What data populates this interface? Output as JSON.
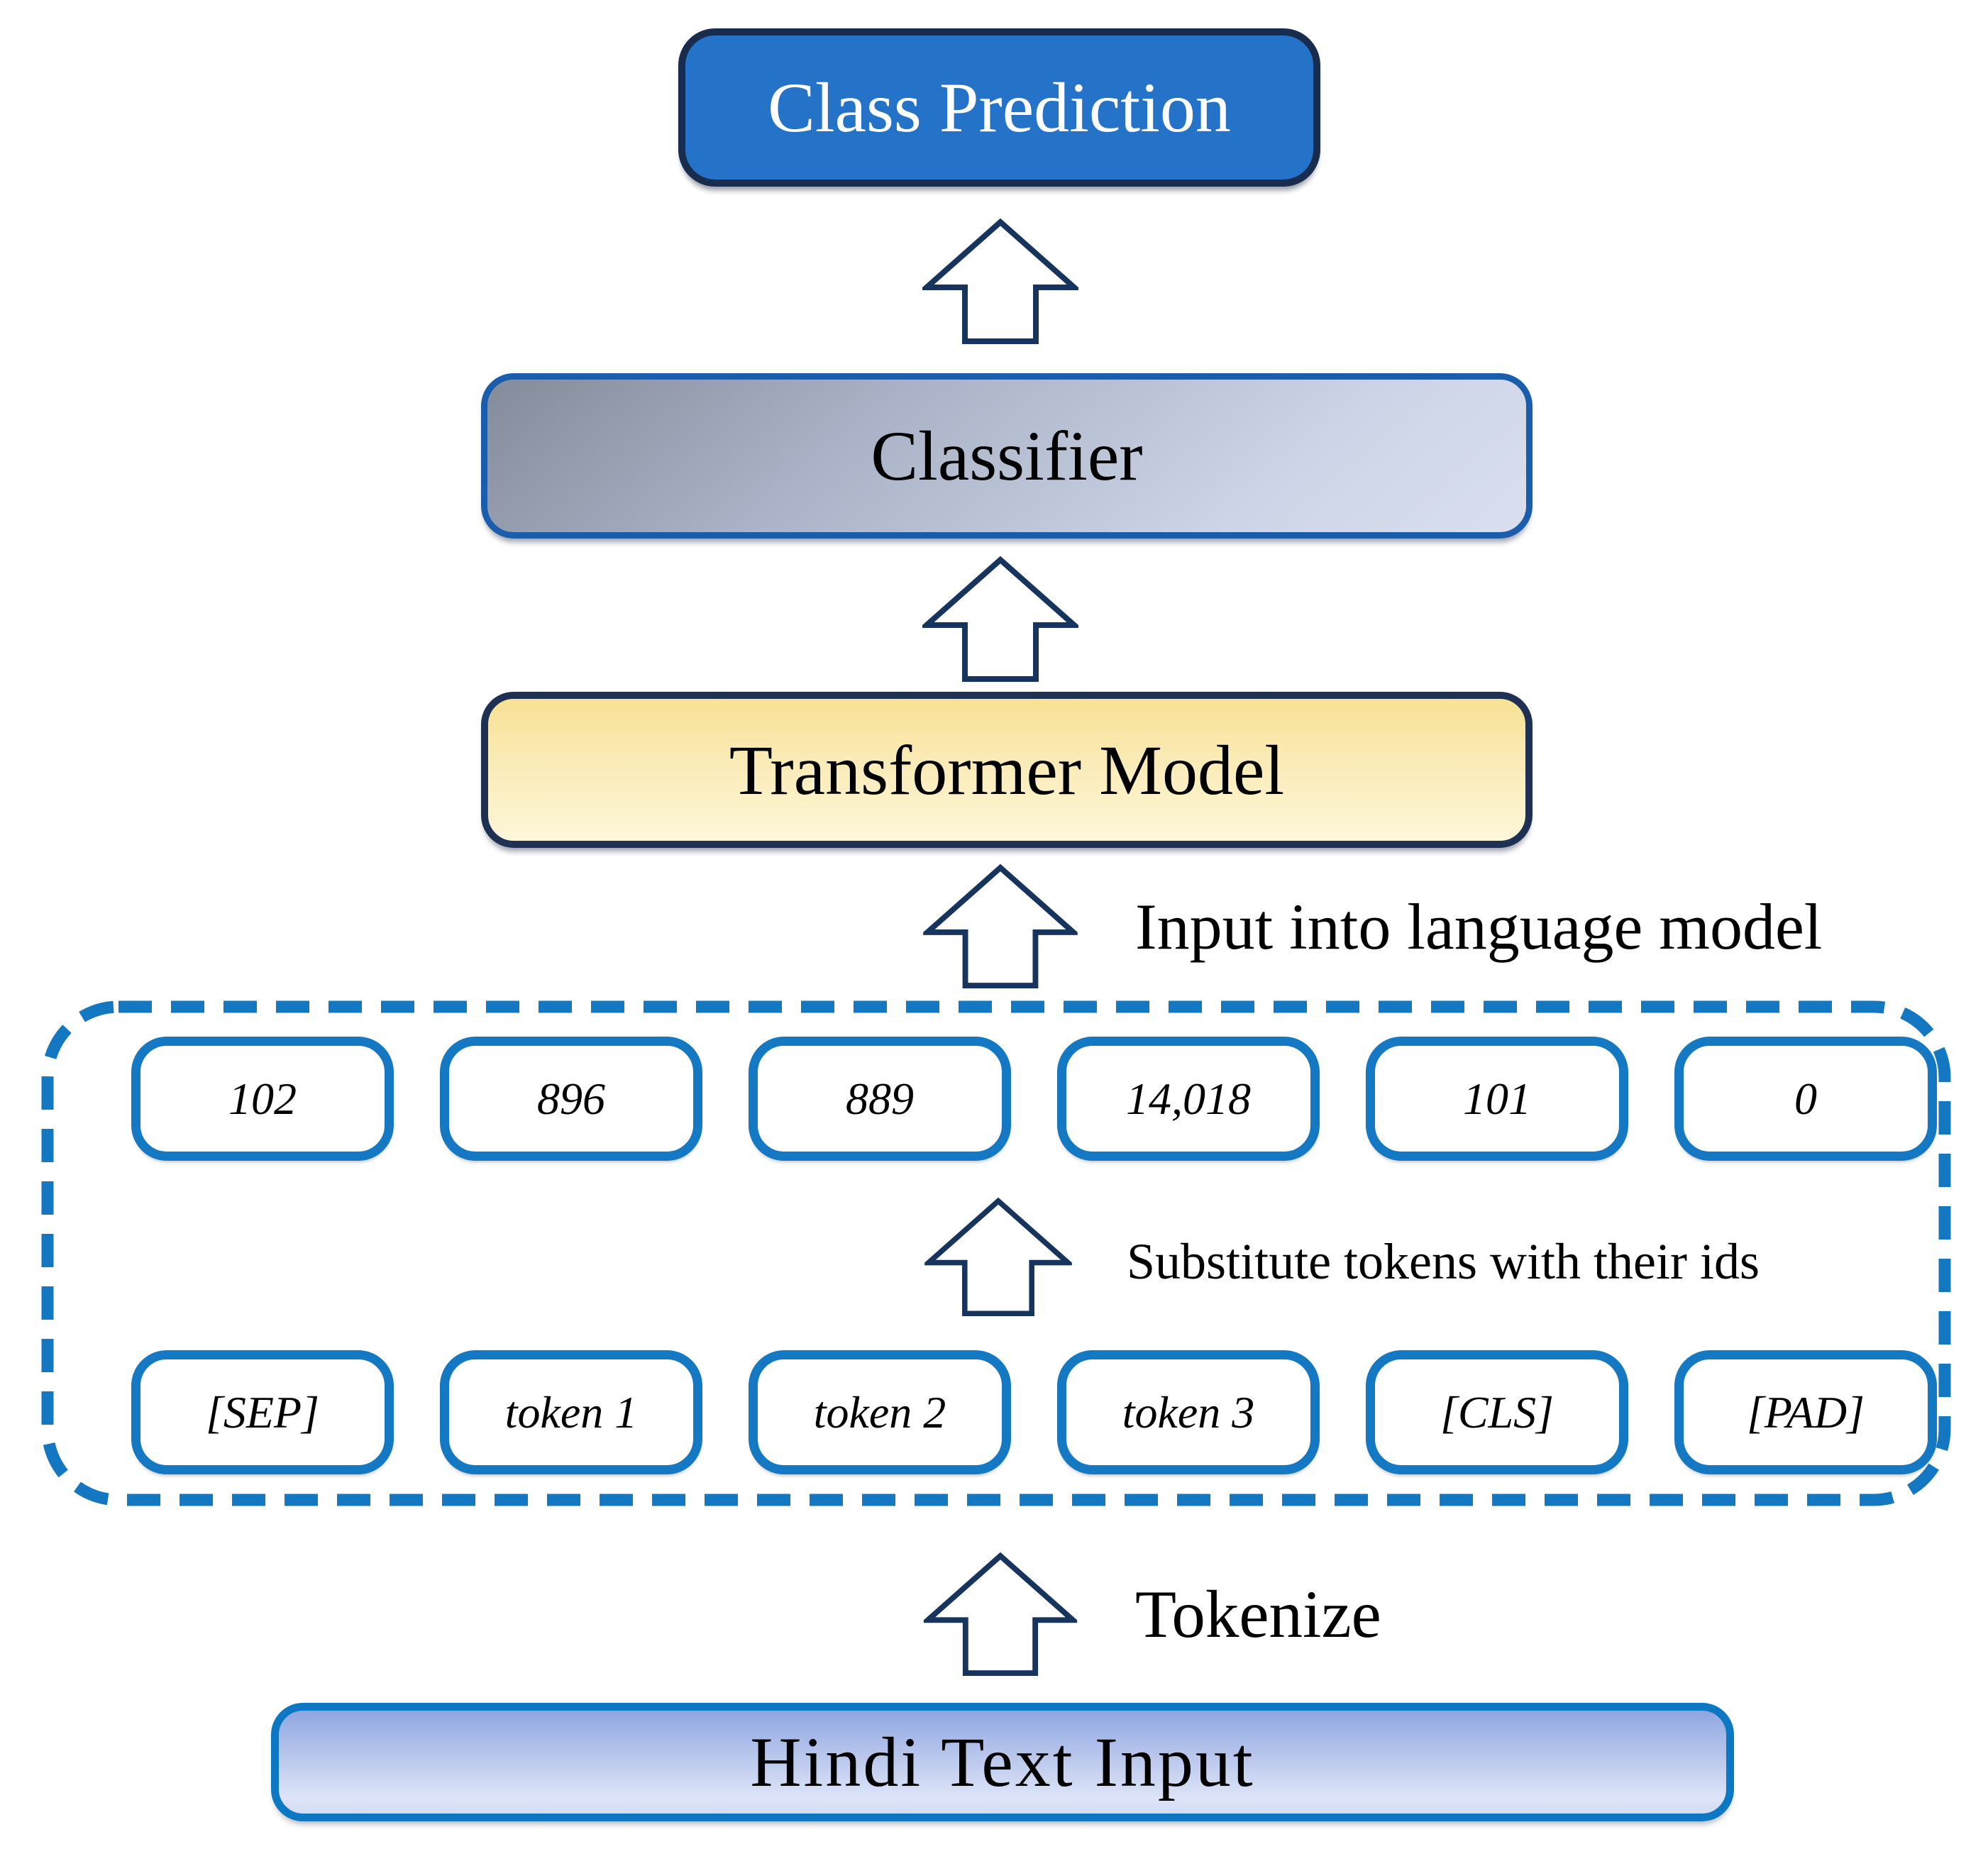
{
  "pipeline": {
    "class_prediction_label": "Class Prediction",
    "classifier_label": "Classifier",
    "transformer_label": "Transformer Model",
    "hindi_input_label": "Hindi Text Input",
    "token_ids": [
      "102",
      "896",
      "889",
      "14,018",
      "101",
      "0"
    ],
    "tokens": [
      "[SEP]",
      "token 1",
      "token 2",
      "token 3",
      "[CLS]",
      "[PAD]"
    ],
    "step_labels": {
      "input_into_language_model": "Input into language model",
      "substitute_tokens": "Substitute tokens with their ids",
      "tokenize": "Tokenize"
    }
  },
  "colors": {
    "accent_blue": "#1478c3",
    "dashed_border": "#1377c2",
    "arrow_outline": "#17345e",
    "prediction_fill": "#2473c9",
    "prediction_border": "#182c4e",
    "classifier_border": "#1b5dad",
    "transformer_border": "#1e3152",
    "hindi_border": "#0c78c4"
  }
}
